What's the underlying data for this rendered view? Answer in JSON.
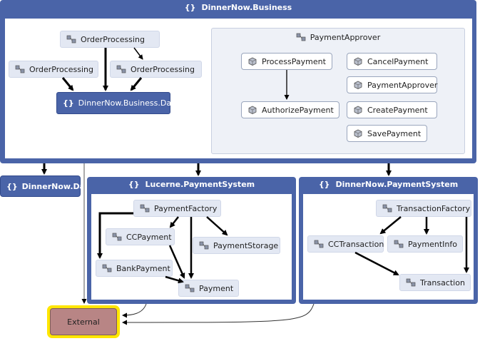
{
  "groups": {
    "business": {
      "title": "DinnerNow.Business",
      "ns_glyph": "{}"
    },
    "lucerne": {
      "title": "Lucerne.PaymentSystem",
      "ns_glyph": "{}"
    },
    "dnpay": {
      "title": "DinnerNow.PaymentSystem",
      "ns_glyph": "{}"
    }
  },
  "payment_approver": {
    "title": "PaymentApprover",
    "members": [
      "ProcessPayment",
      "CancelPayment",
      "PaymentApprover",
      "AuthorizePayment",
      "CreatePayment",
      "SavePayment"
    ]
  },
  "business_nodes": {
    "order_top": "OrderProcessing",
    "order_left": "OrderProcessing",
    "order_right": "OrderProcessing",
    "business_data": "DinnerNow.Business.Data"
  },
  "dinnernow_data": "DinnerNow.Data",
  "lucerne_nodes": {
    "payment_factory": "PaymentFactory",
    "cc_payment": "CCPayment",
    "payment_storage": "PaymentStorage",
    "bank_payment": "BankPayment",
    "payment": "Payment"
  },
  "dnpay_nodes": {
    "transaction_factory": "TransactionFactory",
    "cc_transaction": "CCTransaction",
    "payment_info": "PaymentInfo",
    "transaction": "Transaction"
  },
  "external": "External",
  "colors": {
    "group_blue": "#4a64a8",
    "class_fill": "#e3e8f3",
    "external_highlight": "#ffe600",
    "external_fill": "#b88585"
  }
}
